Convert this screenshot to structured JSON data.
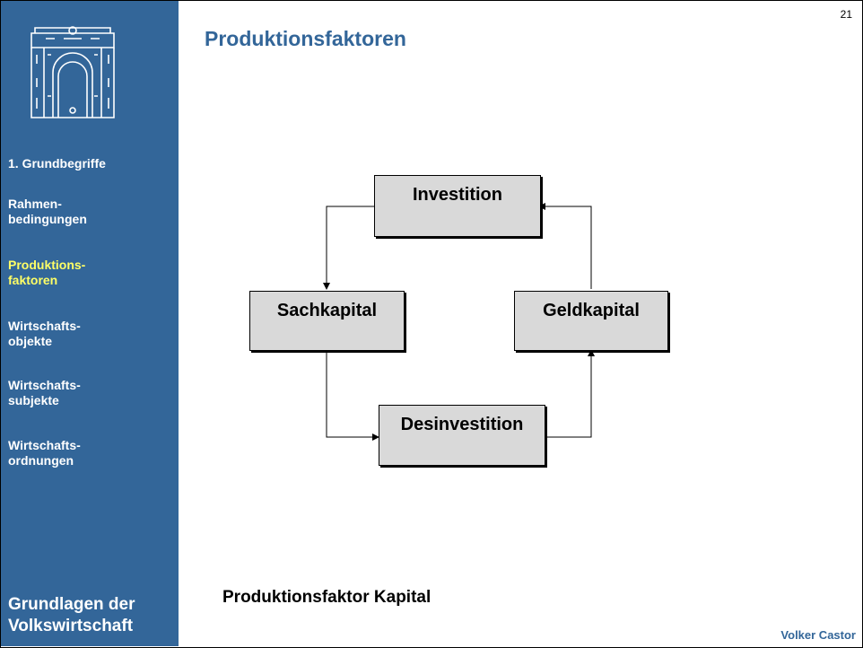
{
  "page": {
    "number": "21"
  },
  "sidebar": {
    "nav_items": [
      {
        "label": "1. Grundbegriffe"
      },
      {
        "label": "Rahmen-\nbedingungen"
      },
      {
        "label": "Produktions-\nfaktoren",
        "active": true
      },
      {
        "label": "Wirtschafts-\nobjekte"
      },
      {
        "label": "Wirtschafts-\nsubjekte"
      },
      {
        "label": "Wirtschafts-\nordnungen"
      }
    ],
    "footer_title": "Grundlagen der\nVolkswirtschaft"
  },
  "slide": {
    "title": "Produktionsfaktoren",
    "subtitle": "Produktionsfaktor Kapital",
    "author": "Volker Castor"
  },
  "diagram": {
    "nodes": {
      "investition": "Investition",
      "sachkapital": "Sachkapital",
      "geldkapital": "Geldkapital",
      "desinvestition": "Desinvestition"
    }
  },
  "colors": {
    "sidebar": "#336699",
    "active_nav": "#ffff66",
    "box_fill": "#d9d9d9",
    "accent": "#336699"
  }
}
